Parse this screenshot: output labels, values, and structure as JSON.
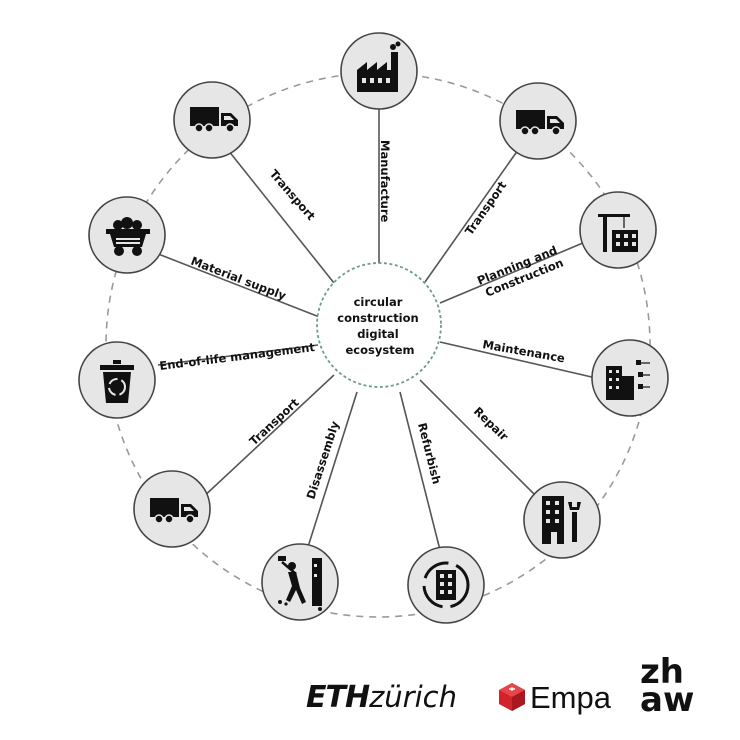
{
  "center": {
    "lines": [
      "circular",
      "construction",
      "digital",
      "ecosystem"
    ]
  },
  "nodes": [
    {
      "id": "manufacture",
      "label": "Manufacture",
      "icon": "factory-icon"
    },
    {
      "id": "transport-1",
      "label": "Transport",
      "icon": "truck-icon"
    },
    {
      "id": "planning",
      "label_lines": [
        "Planning and",
        "Construction"
      ],
      "icon": "crane-building-icon"
    },
    {
      "id": "maintenance",
      "label": "Maintenance",
      "icon": "building-maintenance-icon"
    },
    {
      "id": "repair",
      "label": "Repair",
      "icon": "building-wrench-icon"
    },
    {
      "id": "refurbish",
      "label": "Refurbish",
      "icon": "building-refresh-icon"
    },
    {
      "id": "disassembly",
      "label": "Disassembly",
      "icon": "demolition-worker-icon"
    },
    {
      "id": "transport-2",
      "label": "Transport",
      "icon": "truck-icon"
    },
    {
      "id": "end-of-life",
      "label": "End-of-life management",
      "icon": "recycle-bin-icon"
    },
    {
      "id": "material-supply",
      "label": "Material supply",
      "icon": "mine-cart-icon"
    },
    {
      "id": "transport-3",
      "label": "Transport",
      "icon": "truck-icon"
    }
  ],
  "logos": {
    "eth_bold": "ETH",
    "eth_light": "zürich",
    "empa": "Empa",
    "zhaw_top": "zh",
    "zhaw_bottom": "aw"
  },
  "colors": {
    "node_fill": "#e6e6e6",
    "node_stroke": "#444444",
    "spoke": "#555555",
    "ring": "#9a9a9a",
    "center_stroke": "#6e9a96",
    "empa_red": "#d1232a"
  }
}
